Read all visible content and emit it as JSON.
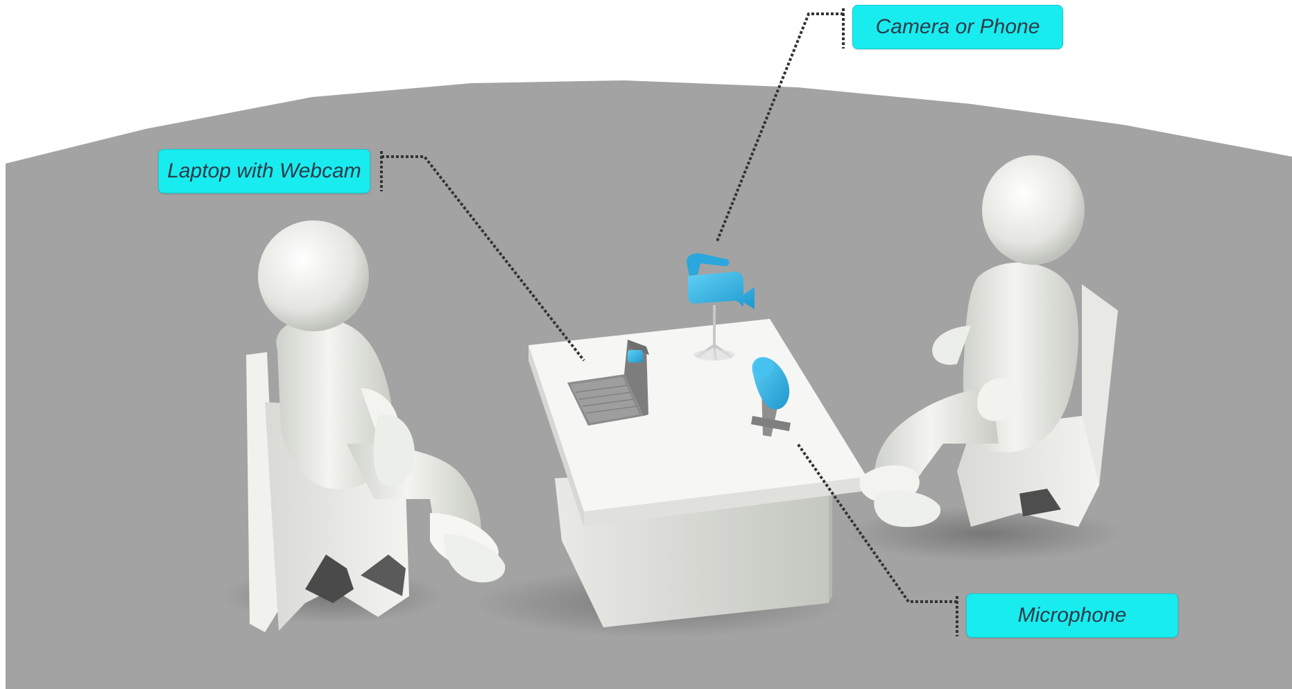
{
  "labels": {
    "laptop": "Laptop with Webcam",
    "camera": "Camera or Phone",
    "microphone": "Microphone"
  },
  "colors": {
    "label_fill": "#19ecef",
    "device_accent": "#2bb3e8",
    "floor": "#a3a3a3",
    "figure": "#e6e7e2",
    "leader_line": "#333333"
  }
}
